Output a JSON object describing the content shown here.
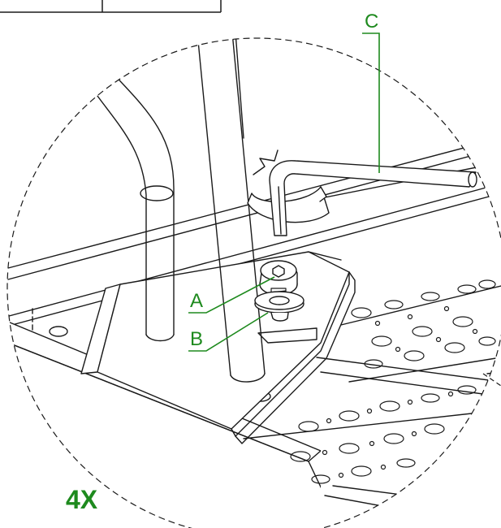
{
  "colors": {
    "line": "#1a1a1a",
    "callout": "#1e8a1e",
    "background": "#ffffff"
  },
  "callouts": {
    "a": "A",
    "b": "B",
    "c": "C"
  },
  "quantity": "4X"
}
